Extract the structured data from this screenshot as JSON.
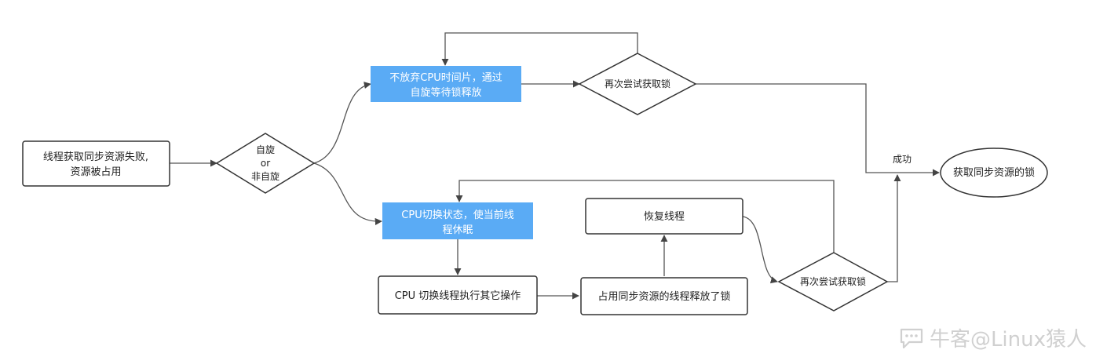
{
  "colors": {
    "accent": "#5aabf5",
    "stroke": "#333333",
    "line": "#555555",
    "text": "#222222"
  },
  "nodes": {
    "start": {
      "lines": [
        "线程获取同步资源失败,",
        "资源被占用"
      ]
    },
    "decision_spin": {
      "lines": [
        "自旋",
        "or",
        "非自旋"
      ]
    },
    "spin_wait": {
      "lines": [
        "不放弃CPU时间片，通过",
        "自旋等待锁释放"
      ]
    },
    "retry_top": {
      "lines": [
        "再次尝试获取锁"
      ]
    },
    "cpu_switch": {
      "lines": [
        "CPU切换状态，使当前线",
        "程休眠"
      ]
    },
    "other_ops": {
      "lines": [
        "CPU 切换线程执行其它操作"
      ]
    },
    "release_lock": {
      "lines": [
        "占用同步资源的线程释放了锁"
      ]
    },
    "resume_thread": {
      "lines": [
        "恢复线程"
      ]
    },
    "retry_bottom": {
      "lines": [
        "再次尝试获取锁"
      ]
    },
    "acquire_lock": {
      "lines": [
        "获取同步资源的锁"
      ]
    }
  },
  "edge_labels": {
    "success": "成功"
  },
  "watermark": {
    "icon": "chat-bubble-icon",
    "text": "牛客@Linux猿人"
  }
}
